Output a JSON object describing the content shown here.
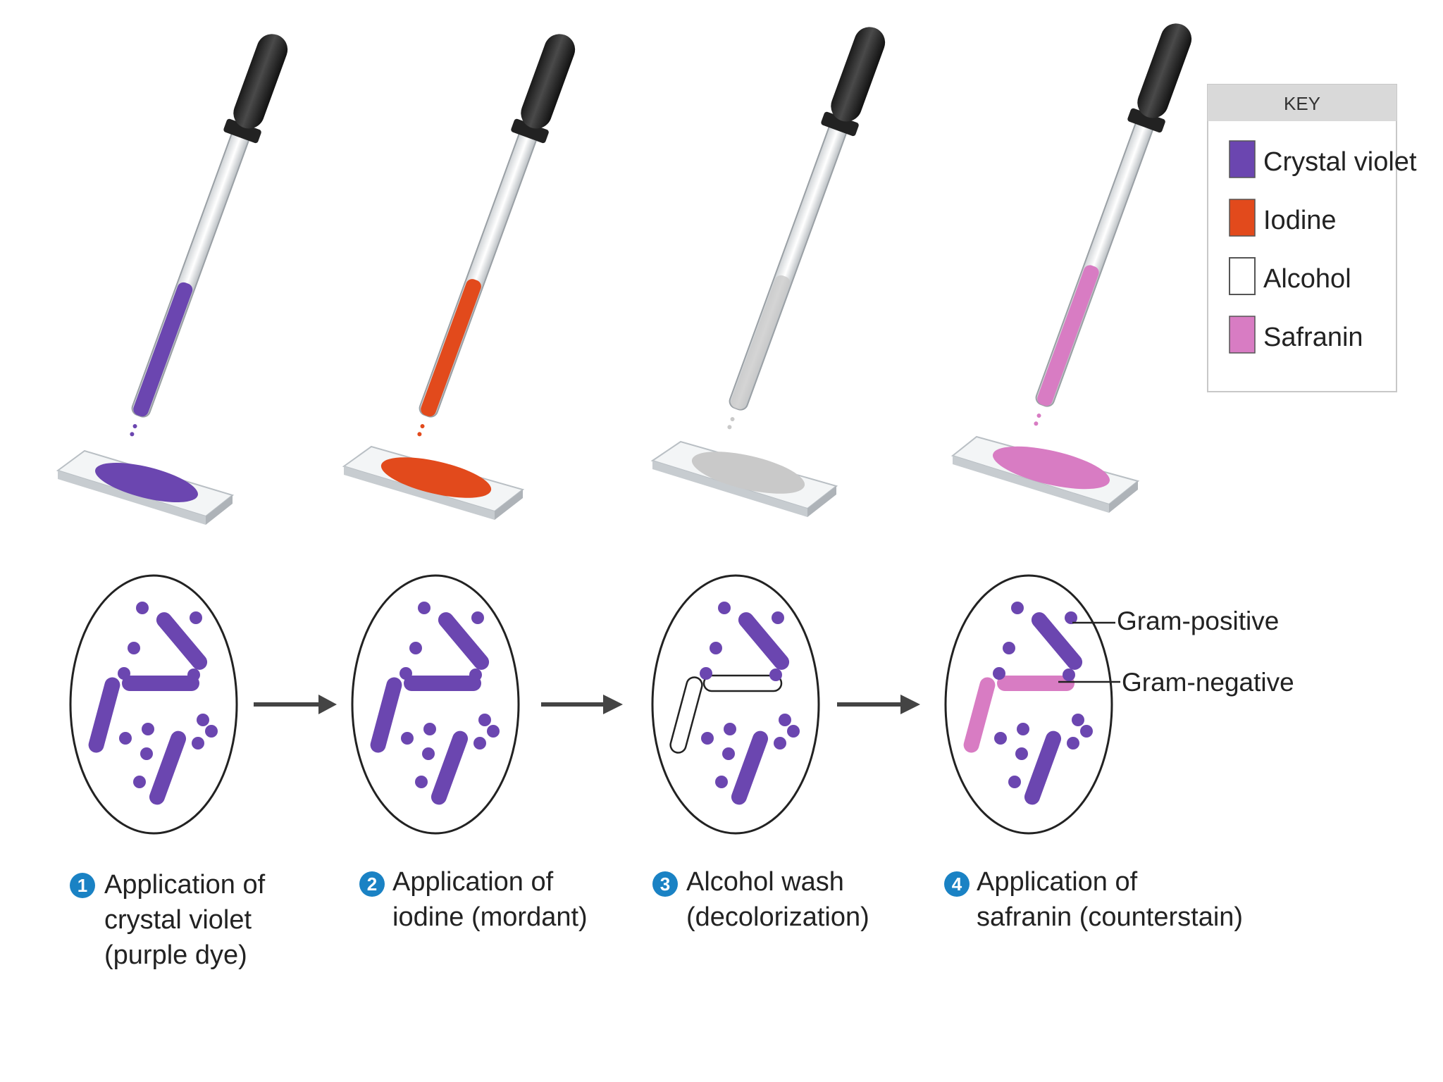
{
  "key": {
    "title": "KEY",
    "items": [
      {
        "label": "Crystal violet",
        "color": "#6b46b0"
      },
      {
        "label": "Iodine",
        "color": "#e24a1c"
      },
      {
        "label": "Alcohol",
        "color": "#ffffff"
      },
      {
        "label": "Safranin",
        "color": "#d87cc3"
      }
    ]
  },
  "steps": [
    {
      "number": "1",
      "lines": [
        "Application of",
        "crystal violet",
        "(purple dye)"
      ],
      "reagent_color": "#6b46b0"
    },
    {
      "number": "2",
      "lines": [
        "Application of",
        "iodine (mordant)"
      ],
      "reagent_color": "#e24a1c"
    },
    {
      "number": "3",
      "lines": [
        "Alcohol wash",
        "(decolorization)"
      ],
      "reagent_color": "#c9c9c9"
    },
    {
      "number": "4",
      "lines": [
        "Application of",
        "safranin (counterstain)"
      ],
      "reagent_color": "#d87cc3"
    }
  ],
  "callouts": {
    "gram_positive": "Gram-positive",
    "gram_negative": "Gram-negative"
  },
  "colors": {
    "purple": "#6b46b0",
    "pink": "#d87cc3",
    "badge_blue": "#1a82c4",
    "arrow": "#444444"
  }
}
